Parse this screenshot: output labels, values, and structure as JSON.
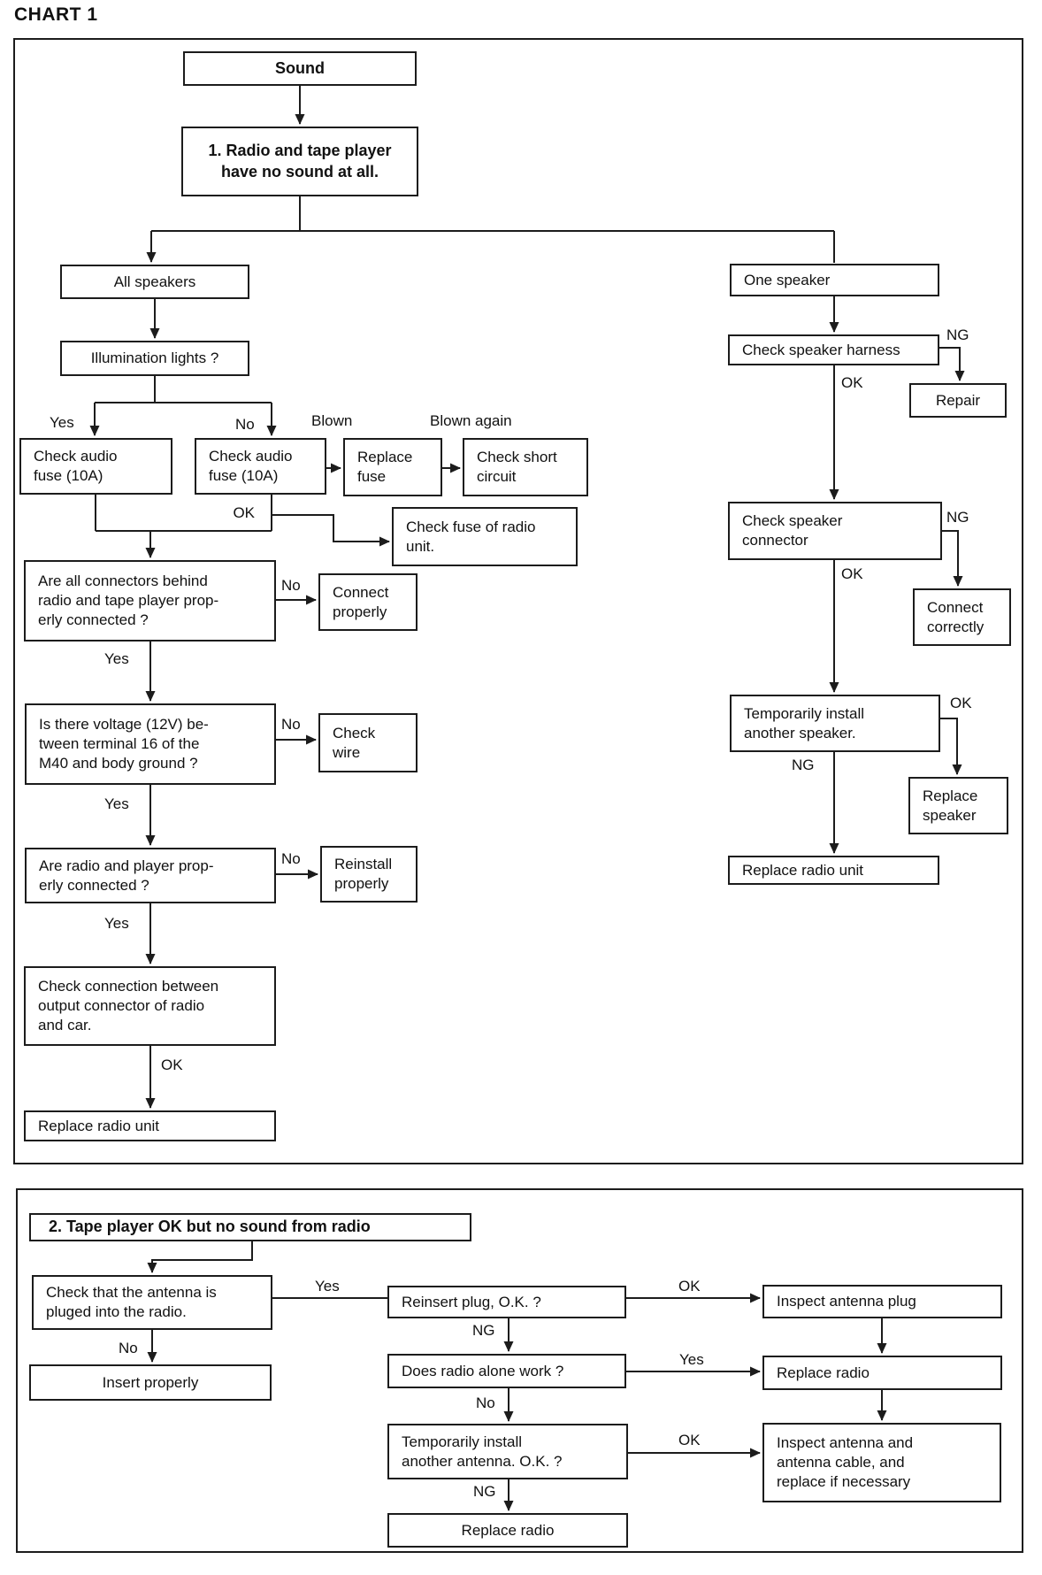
{
  "page": {
    "title": "CHART 1"
  },
  "edge_labels": {
    "yes": "Yes",
    "no": "No",
    "ok": "OK",
    "ng": "NG",
    "blown": "Blown",
    "blown_again": "Blown again"
  },
  "chart1": {
    "sound": "Sound",
    "no_sound_title": "1. Radio and tape player\nhave no sound at all.",
    "all_speakers": "All speakers",
    "illumination": "Illumination lights ?",
    "check_fuse_yes": "Check audio\nfuse (10A)",
    "check_fuse_no": "Check audio\nfuse (10A)",
    "replace_fuse": "Replace\nfuse",
    "check_short": "Check short\ncircuit",
    "check_fuse_radio": "Check fuse of radio\nunit.",
    "are_connectors": "Are all connectors behind\nradio and tape player prop-\nerly connected ?",
    "connect_properly": "Connect\nproperly",
    "voltage": "Is there voltage (12V) be-\ntween terminal 16 of the\nM40 and body ground ?",
    "check_wire": "Check\nwire",
    "radio_player_connected": "Are radio and player prop-\nerly connected ?",
    "reinstall_properly": "Reinstall\nproperly",
    "check_connection": "Check connection between\noutput connector of radio\nand car.",
    "replace_radio_unit_left": "Replace radio unit",
    "one_speaker": "One speaker",
    "check_harness": "Check speaker harness",
    "repair": "Repair",
    "check_connector": "Check speaker\nconnector",
    "connect_correctly": "Connect\ncorrectly",
    "temp_speaker": "Temporarily install\nanother speaker.",
    "replace_speaker": "Replace\nspeaker",
    "replace_radio_unit_right": "Replace radio unit"
  },
  "chart2": {
    "title": "2. Tape player OK but no sound from radio",
    "check_antenna": "Check that the antenna is\npluged into the radio.",
    "insert_properly": "Insert properly",
    "reinsert_plug": "Reinsert plug, O.K. ?",
    "does_radio_work": "Does radio alone work ?",
    "inspect_plug": "Inspect antenna plug",
    "replace_radio_1": "Replace radio",
    "temp_antenna": "Temporarily install\nanother antenna. O.K. ?",
    "inspect_cable": "Inspect antenna and\nantenna cable, and\nreplace if necessary",
    "replace_radio_2": "Replace radio"
  }
}
